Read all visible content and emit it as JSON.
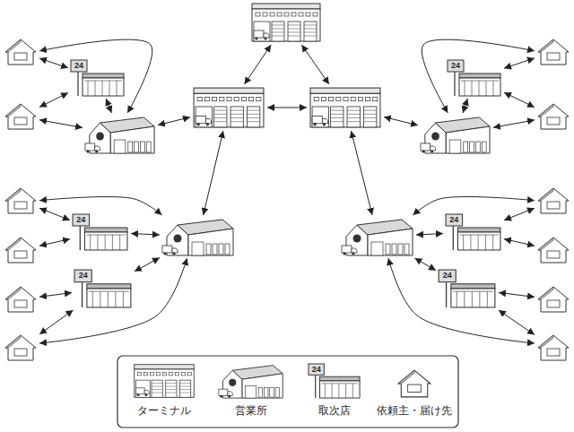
{
  "diagram": {
    "nodes": [
      {
        "text": []
      },
      {
        "text": []
      },
      {
        "text": [
          "24"
        ]
      },
      {
        "text": []
      },
      {
        "text": []
      },
      {
        "text": [
          "24"
        ]
      },
      {
        "text": []
      },
      {
        "text": []
      },
      {
        "text": []
      },
      {
        "text": []
      },
      {
        "text": []
      },
      {
        "text": []
      },
      {
        "text": [
          "24"
        ]
      },
      {
        "text": []
      },
      {
        "text": []
      },
      {
        "text": [
          "24"
        ]
      },
      {
        "text": []
      },
      {
        "text": []
      },
      {
        "text": []
      },
      {
        "text": [
          "24"
        ]
      },
      {
        "text": [
          "24"
        ]
      },
      {
        "text": []
      },
      {
        "text": []
      },
      {
        "text": []
      },
      {
        "text": []
      }
    ],
    "edges": [
      {
        "from": 0,
        "to": 3,
        "arrow": "both"
      },
      {
        "from": 0,
        "to": 4,
        "arrow": "both"
      },
      {
        "from": 3,
        "to": 4,
        "arrow": "both"
      },
      {
        "from": 3,
        "to": 8,
        "arrow": "both"
      },
      {
        "from": 4,
        "to": 9,
        "arrow": "both"
      },
      {
        "from": 3,
        "to": 13,
        "arrow": "both"
      },
      {
        "from": 4,
        "to": 14,
        "arrow": "both"
      },
      {
        "from": 1,
        "to": 2,
        "arrow": "both"
      },
      {
        "from": 7,
        "to": 2,
        "arrow": "both"
      },
      {
        "from": 2,
        "to": 8,
        "arrow": "both"
      },
      {
        "from": 1,
        "to": 8,
        "arrow": "both"
      },
      {
        "from": 7,
        "to": 8,
        "arrow": "both"
      },
      {
        "from": 6,
        "to": 5,
        "arrow": "both"
      },
      {
        "from": 10,
        "to": 5,
        "arrow": "both"
      },
      {
        "from": 5,
        "to": 9,
        "arrow": "both"
      },
      {
        "from": 6,
        "to": 9,
        "arrow": "both"
      },
      {
        "from": 10,
        "to": 9,
        "arrow": "both"
      },
      {
        "from": 11,
        "to": 12,
        "arrow": "both"
      },
      {
        "from": 17,
        "to": 12,
        "arrow": "both"
      },
      {
        "from": 12,
        "to": 13,
        "arrow": "both"
      },
      {
        "from": 11,
        "to": 13,
        "arrow": "both"
      },
      {
        "from": 21,
        "to": 19,
        "arrow": "both"
      },
      {
        "from": 23,
        "to": 19,
        "arrow": "both"
      },
      {
        "from": 19,
        "to": 13,
        "arrow": "both"
      },
      {
        "from": 23,
        "to": 13,
        "arrow": "both"
      },
      {
        "from": 16,
        "to": 15,
        "arrow": "both"
      },
      {
        "from": 18,
        "to": 15,
        "arrow": "both"
      },
      {
        "from": 15,
        "to": 14,
        "arrow": "both"
      },
      {
        "from": 16,
        "to": 14,
        "arrow": "both"
      },
      {
        "from": 22,
        "to": 20,
        "arrow": "both"
      },
      {
        "from": 24,
        "to": 20,
        "arrow": "both"
      },
      {
        "from": 20,
        "to": 14,
        "arrow": "both"
      },
      {
        "from": 24,
        "to": 14,
        "arrow": "both"
      }
    ],
    "labels": [
      "24"
    ],
    "legend": [
      {
        "text": "ターミナル"
      },
      {
        "text": "営業所"
      },
      {
        "text": "取次店"
      },
      {
        "text": "依頼主・届け先"
      }
    ]
  }
}
